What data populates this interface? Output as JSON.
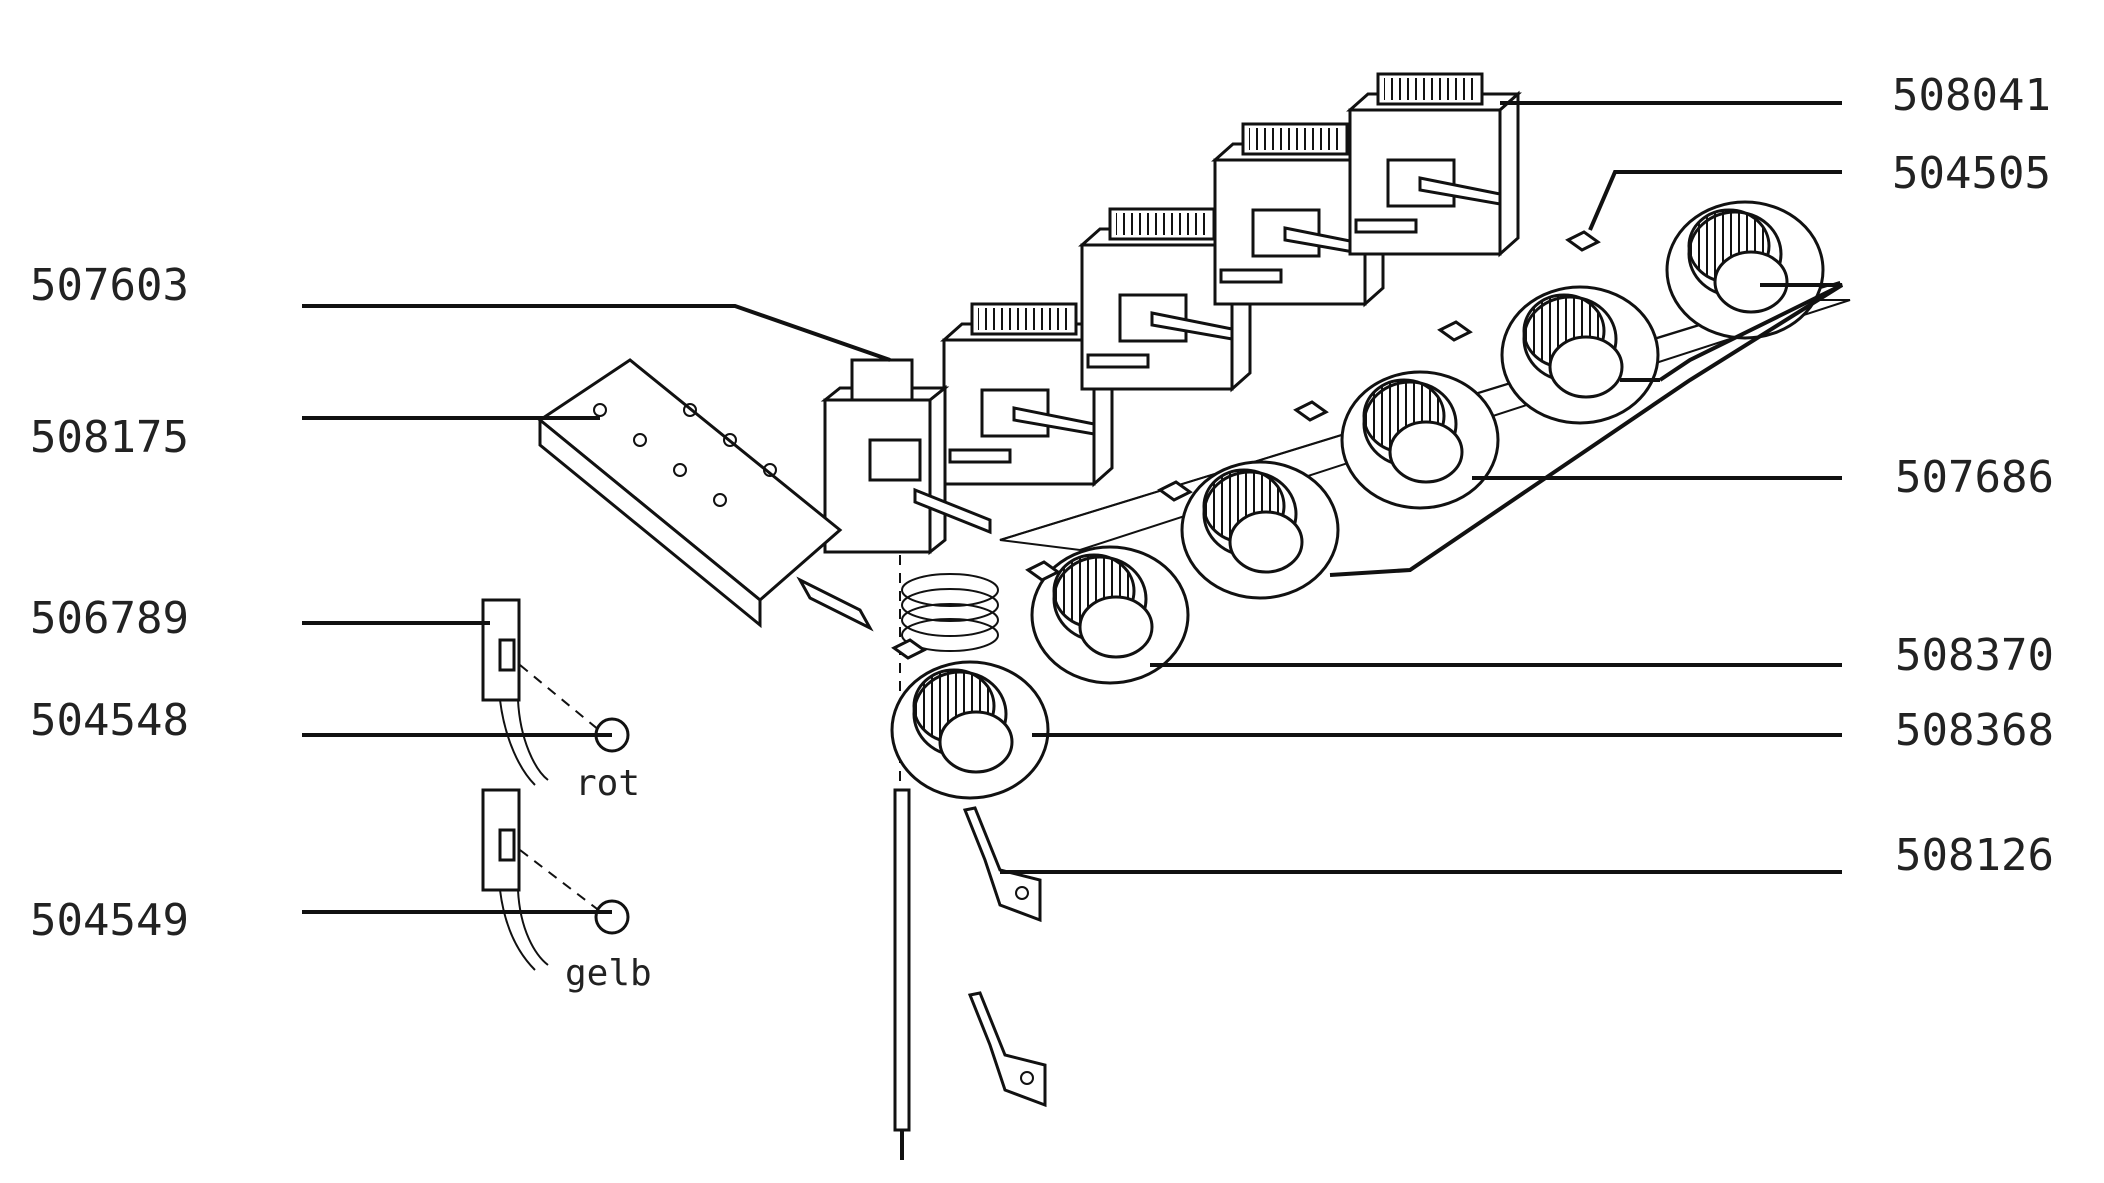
{
  "parts": {
    "p508041": "508041",
    "p504505": "504505",
    "p507603": "507603",
    "p508175": "508175",
    "p507686": "507686",
    "p506789": "506789",
    "p504548": "504548",
    "p508370": "508370",
    "p508368": "508368",
    "p508126": "508126",
    "p504549": "504549"
  },
  "wires": {
    "red": "rot",
    "yellow": "gelb"
  }
}
